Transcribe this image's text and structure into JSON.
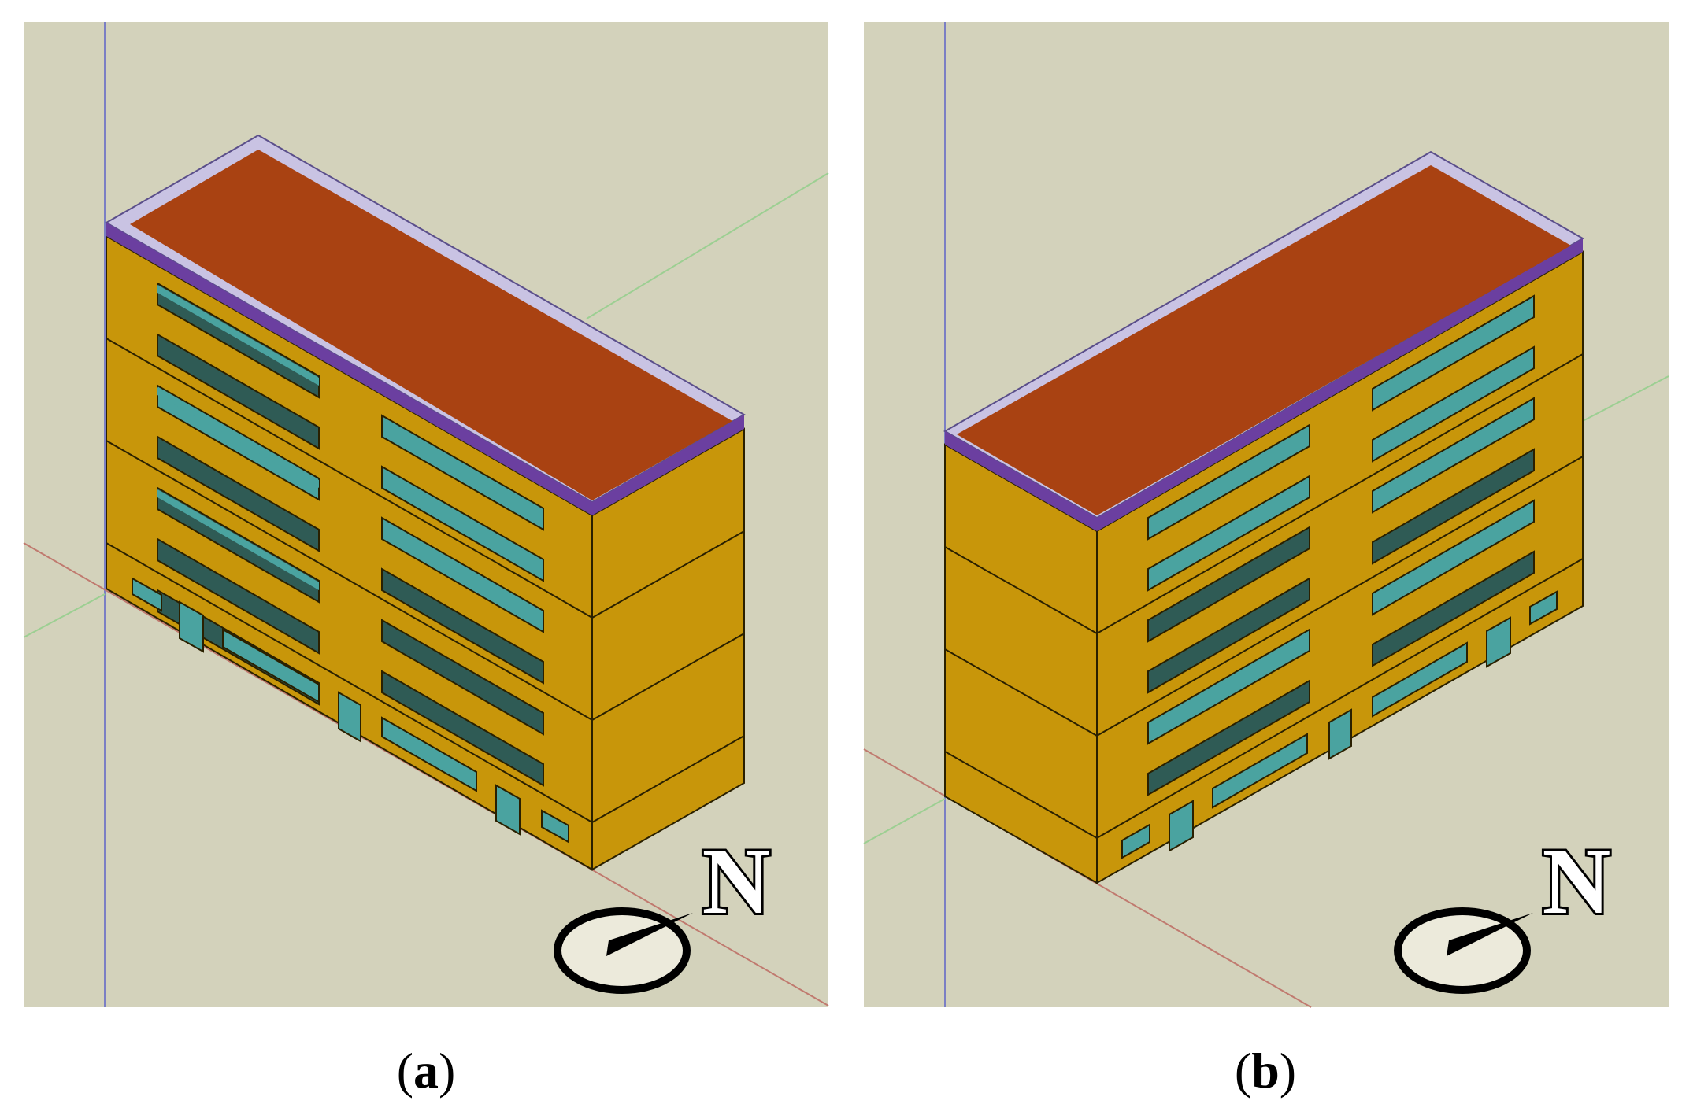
{
  "panels": [
    {
      "id": "a",
      "caption_open": "(",
      "caption_letter": "a",
      "caption_close": ")",
      "compass_label": "N",
      "orientation": "facade-facing-south-west"
    },
    {
      "id": "b",
      "caption_open": "(",
      "caption_letter": "b",
      "caption_close": ")",
      "compass_label": "N",
      "orientation": "facade-facing-south-east"
    }
  ],
  "colors": {
    "ground": "#d3d2bb",
    "wall": "#c8960a",
    "roof": "#a94212",
    "parapet_light": "#c9c3e3",
    "parapet_dark": "#6b3fa0",
    "window_glass": "#4aa3a0",
    "window_dark": "#2f5b55",
    "axis_blue": "#7b7fc4",
    "axis_red": "#c07a6f",
    "axis_green": "#9ccf92"
  }
}
